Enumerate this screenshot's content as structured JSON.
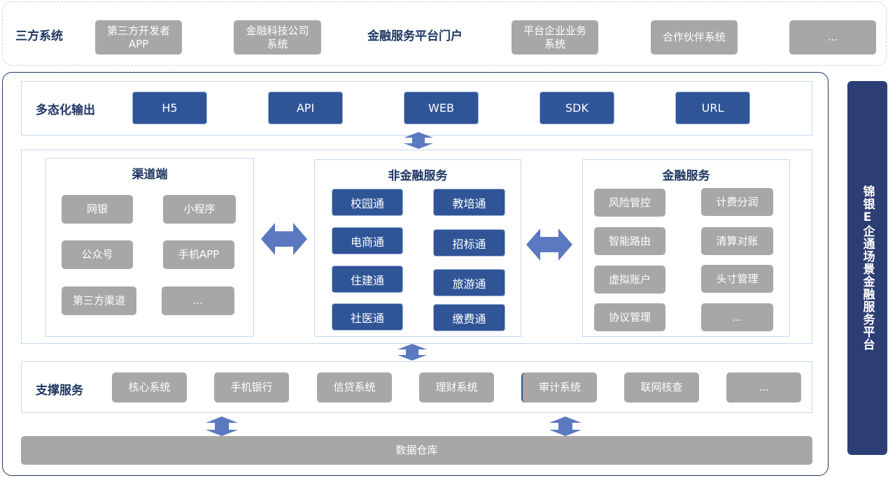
{
  "top": {
    "label": "三方系统",
    "items": [
      "第三方开发者APP",
      "金融科技公司系统",
      "平台企业业务系统",
      "合作伙伴系统",
      "..."
    ],
    "center_title": "金融服务平台门户"
  },
  "output": {
    "label": "多态化输出",
    "items": [
      "H5",
      "API",
      "WEB",
      "SDK",
      "URL"
    ]
  },
  "channel": {
    "title": "渠道端",
    "items": [
      "网银",
      "小程序",
      "公众号",
      "手机APP",
      "第三方渠道",
      "..."
    ]
  },
  "nonfinance": {
    "title": "非金融服务",
    "items": [
      "校园通",
      "教培通",
      "电商通",
      "招标通",
      "住建通",
      "旅游通",
      "社医通",
      "缴费通"
    ]
  },
  "finance": {
    "title": "金融服务",
    "items": [
      "风险管控",
      "计费分润",
      "智能路由",
      "清算对账",
      "虚拟账户",
      "头寸管理",
      "协议管理",
      "..."
    ]
  },
  "support": {
    "label": "支撑服务",
    "items": [
      "核心系统",
      "手机银行",
      "信贷系统",
      "理财系统",
      "审计系统",
      "联网核查",
      "..."
    ]
  },
  "warehouse": {
    "label": "数据仓库"
  },
  "side": {
    "title": "锦银E企通场景金融服务平台"
  },
  "colors": {
    "accent": "#2f5597",
    "gray": "#a9a6a6",
    "side": "#2c3e74",
    "arrow": "#5b79c0"
  }
}
